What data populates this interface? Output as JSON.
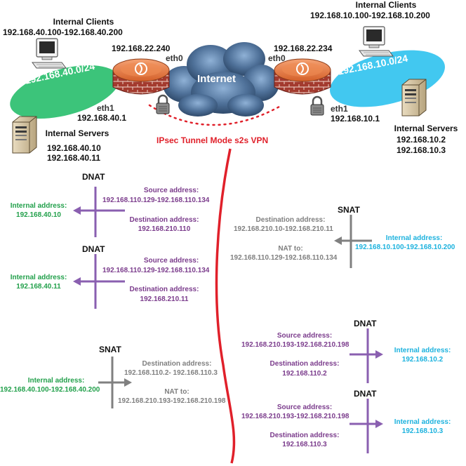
{
  "top": {
    "left_clients_title": "Internal Clients",
    "left_clients_range": "192.168.40.100-192.168.40.200",
    "right_clients_title": "Internal Clients",
    "right_clients_range": "192.168.10.100-192.168.10.200",
    "left_eth0_ip": "192.168.22.240",
    "left_eth0": "eth0",
    "right_eth0_ip": "192.168.22.234",
    "right_eth0": "eth0",
    "internet": "Internet",
    "left_subnet": "192.168.40.0/24",
    "right_subnet": "192.168.10.0/24",
    "left_eth1": "eth1",
    "left_eth1_ip": "192.168.40.1",
    "right_eth1": "eth1",
    "right_eth1_ip": "192.168.10.1",
    "left_servers_title": "Internal Servers",
    "left_server_1": "192.168.40.10",
    "left_server_2": "192.168.40.11",
    "right_servers_title": "Internal Servers",
    "right_server_1": "192.168.10.2",
    "right_server_2": "192.168.10.3",
    "vpn_label": "IPsec Tunnel Mode s2s VPN"
  },
  "left_dnat_1": {
    "title": "DNAT",
    "src_label": "Source address:",
    "src_value": "192.168.110.129-192.168.110.134",
    "dst_label": "Destination address:",
    "dst_value": "192.168.210.110",
    "int_label": "Internal address:",
    "int_value": "192.168.40.10"
  },
  "left_dnat_2": {
    "title": "DNAT",
    "src_label": "Source address:",
    "src_value": "192.168.110.129-192.168.110.134",
    "dst_label": "Destination address:",
    "dst_value": "192.168.210.11",
    "int_label": "Internal address:",
    "int_value": "192.168.40.11"
  },
  "right_snat": {
    "title": "SNAT",
    "dst_label": "Destination address:",
    "dst_value": "192.168.210.10-192.168.210.11",
    "nat_label": "NAT to:",
    "nat_value": "192.168.110.129-192.168.110.134",
    "int_label": "Internal address:",
    "int_value": "192.168.10.100-192.168.10.200"
  },
  "left_snat": {
    "title": "SNAT",
    "dst_label": "Destination address:",
    "dst_value": "192.168.110.2- 192.168.110.3",
    "nat_label": "NAT to:",
    "nat_value": "192.168.210.193-192.168.210.198",
    "int_label": "Internal address:",
    "int_value": "192.168.40.100-192.168.40.200"
  },
  "right_dnat_1": {
    "title": "DNAT",
    "src_label": "Source address:",
    "src_value": "192.168.210.193-192.168.210.198",
    "dst_label": "Destination address:",
    "dst_value": "192.168.110.2",
    "int_label": "Internal address:",
    "int_value": "192.168.10.2"
  },
  "right_dnat_2": {
    "title": "DNAT",
    "src_label": "Source address:",
    "src_value": "192.168.210.193-192.168.210.198",
    "dst_label": "Destination address:",
    "dst_value": "192.168.110.3",
    "int_label": "Internal address:",
    "int_value": "192.168.10.3"
  },
  "colors": {
    "purple": "#7b3c8c",
    "green": "#22a04b",
    "cyan": "#1cb2de",
    "gray": "#7f7f7f",
    "red": "#e0202a",
    "firewall_orange": "#e2703a",
    "left_ellipse": "#3cc47a",
    "right_ellipse": "#42c8f0",
    "cloud": "#4a6d96"
  },
  "icons": [
    "computer-icon",
    "server-icon",
    "firewall-icon",
    "lock-icon",
    "cloud-icon"
  ]
}
